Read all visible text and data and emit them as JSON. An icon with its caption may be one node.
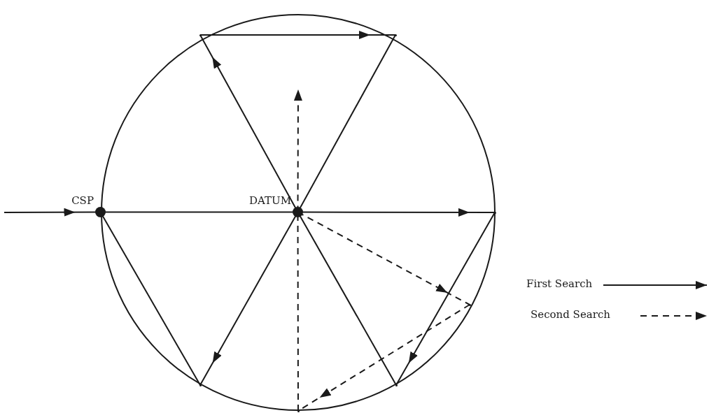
{
  "diagram": {
    "nodes": [
      {
        "text": [],
        "shape": "circle"
      },
      {
        "text": [
          "CSP"
        ],
        "in": 0
      },
      {
        "text": [
          "DATUM"
        ],
        "in": 0
      },
      {
        "text": [],
        "shape": "point",
        "in": 0
      },
      {
        "text": [],
        "shape": "point",
        "in": 0
      },
      {
        "text": [],
        "shape": "point",
        "in": 0
      },
      {
        "text": [],
        "shape": "point",
        "in": 0
      },
      {
        "text": [],
        "shape": "point",
        "in": 0
      },
      {
        "text": [],
        "shape": "point",
        "in": 0
      },
      {
        "text": [],
        "shape": "point",
        "in": 0
      }
    ],
    "edges": [
      {
        "from": null,
        "to": 1,
        "arrow": "to"
      },
      {
        "from": 1,
        "to": 2,
        "arrow": "none"
      },
      {
        "from": 2,
        "to": 9,
        "arrow": "to"
      },
      {
        "from": 9,
        "to": 7,
        "arrow": "to"
      },
      {
        "from": 7,
        "to": 2,
        "arrow": "none"
      },
      {
        "from": 2,
        "to": 3,
        "arrow": "to"
      },
      {
        "from": 3,
        "to": 6,
        "arrow": "to"
      },
      {
        "from": 6,
        "to": 2,
        "arrow": "none"
      },
      {
        "from": 2,
        "to": 4,
        "arrow": "to"
      },
      {
        "from": 4,
        "to": 1,
        "arrow": "none"
      },
      {
        "from": 2,
        "to": 8,
        "arrow": "to",
        "style": "dashed"
      },
      {
        "from": 8,
        "to": 5,
        "arrow": "to",
        "style": "dashed"
      },
      {
        "from": 5,
        "to": 2,
        "arrow": "none",
        "style": "dashed"
      },
      {
        "from": 2,
        "to": null,
        "arrow": "to",
        "style": "dashed"
      }
    ],
    "legend": [
      {
        "text": "First Search"
      },
      {
        "text": "Second Search"
      }
    ]
  }
}
